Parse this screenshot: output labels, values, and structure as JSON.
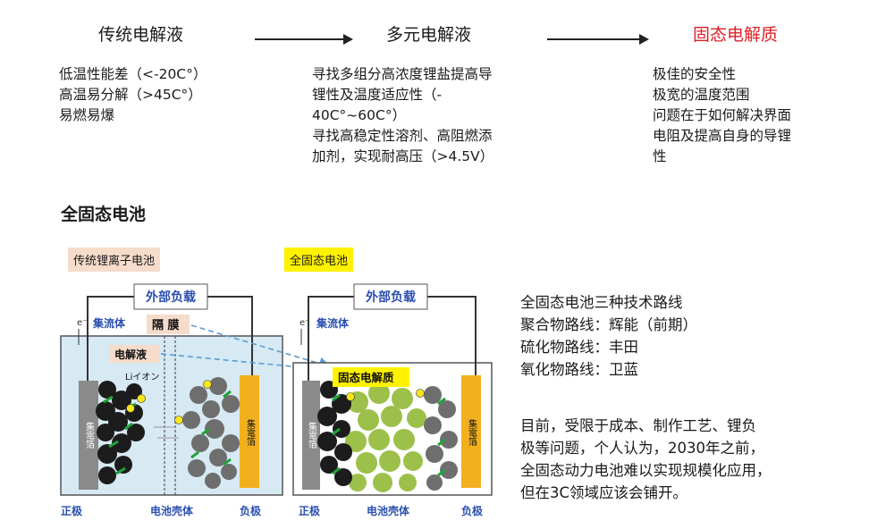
{
  "stages": {
    "traditional": "传统电解液",
    "multi": "多元电解液",
    "solid": "固态电解质"
  },
  "traditional_lines": [
    "低温性能差（<-20C°）",
    "高温易分解（>45C°）",
    "易燃易爆"
  ],
  "multi_lines": [
    "寻找多组分高浓度锂盐提高导",
    "锂性及温度适应性（-",
    "40C°~60C°）",
    "寻找高稳定性溶剂、高阻燃添",
    "加剂，实现耐高压（>4.5V）"
  ],
  "solid_lines": [
    "极佳的安全性",
    "极宽的温度范围",
    "问题在于如何解决界面",
    "电阻及提高自身的导锂",
    "性"
  ],
  "section_title": "全固态电池",
  "diagram": {
    "left_tag": "传统锂离子电池",
    "right_tag": "全固态电池",
    "external_load": "外部负载",
    "electron": "e⁻",
    "current_collector": "集流体",
    "separator": "隔 膜",
    "electrolyte": "电解液",
    "li_ion": "Liイオン",
    "solid_electrolyte": "固态电解质",
    "foil": "集電箔",
    "positive": "正极",
    "case": "电池壳体",
    "negative": "负极",
    "colors": {
      "left_tag_bg": "#f6dccb",
      "right_tag_bg": "#fff200",
      "label_blue": "#2a4fb0",
      "cathode": "#1c1c1c",
      "anode": "#6e6e6e",
      "collector": "#f2b01e",
      "solid_particle": "#9cc04a",
      "electrolyte_bg": "#d7e9f3"
    }
  },
  "right_text": {
    "title_lines": [
      "全固态电池三种技术路线",
      "聚合物路线：辉能（前期）",
      "硫化物路线：丰田",
      "氧化物路线：卫蓝"
    ],
    "body_lines": [
      "目前，受限于成本、制作工艺、锂负",
      "极等问题，个人认为，2030年之前，",
      "全固态动力电池难以实现规模化应用，",
      "但在3C领域应该会铺开。"
    ]
  }
}
